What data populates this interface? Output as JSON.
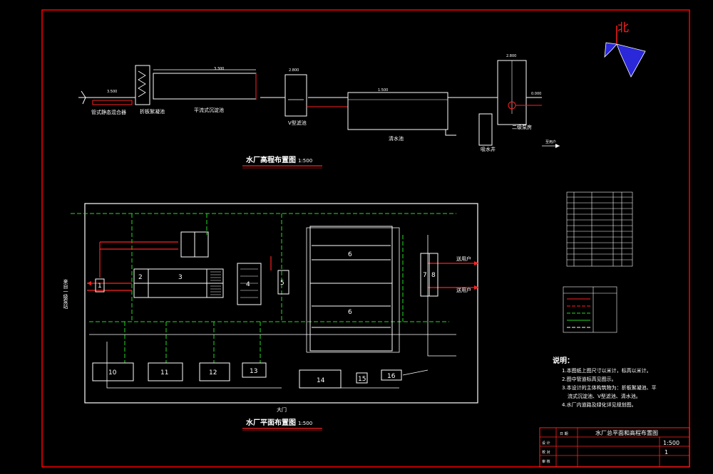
{
  "north_label": "北",
  "profile": {
    "title": "水厂高程布置图",
    "scale": "1:500",
    "units": [
      "管式静态混合器",
      "折板絮凝池",
      "平流式沉淀池",
      "V型滤池",
      "清水池",
      "吸水井",
      "二级泵房"
    ],
    "note": "至用户"
  },
  "plan": {
    "title": "水厂平面布置图",
    "scale": "1:500",
    "gate": "大门",
    "inflow": "来自一级泵站",
    "outflows": [
      "送用户",
      "送用户"
    ],
    "units": [
      "1",
      "2",
      "3",
      "4",
      "5",
      "6",
      "7",
      "8",
      "10",
      "11",
      "12",
      "13",
      "14",
      "15",
      "16"
    ]
  },
  "notes": {
    "heading": "说明：",
    "lines": [
      "1.本图纸上图尺寸以米计，标高以米计。",
      "2.图中管道标高见图示。",
      "3.本设计的主体构筑物为：折板絮凝池、平",
      "流式沉淀池、V型滤池、清水池。",
      "4.水厂内道路及绿化详见规划图。"
    ]
  },
  "title_block": {
    "title": "水厂总平面和高程布置图",
    "scale": "1:500",
    "sheet": "1",
    "rows": [
      "设 计",
      "校 对",
      "审 核",
      "日 期"
    ]
  }
}
